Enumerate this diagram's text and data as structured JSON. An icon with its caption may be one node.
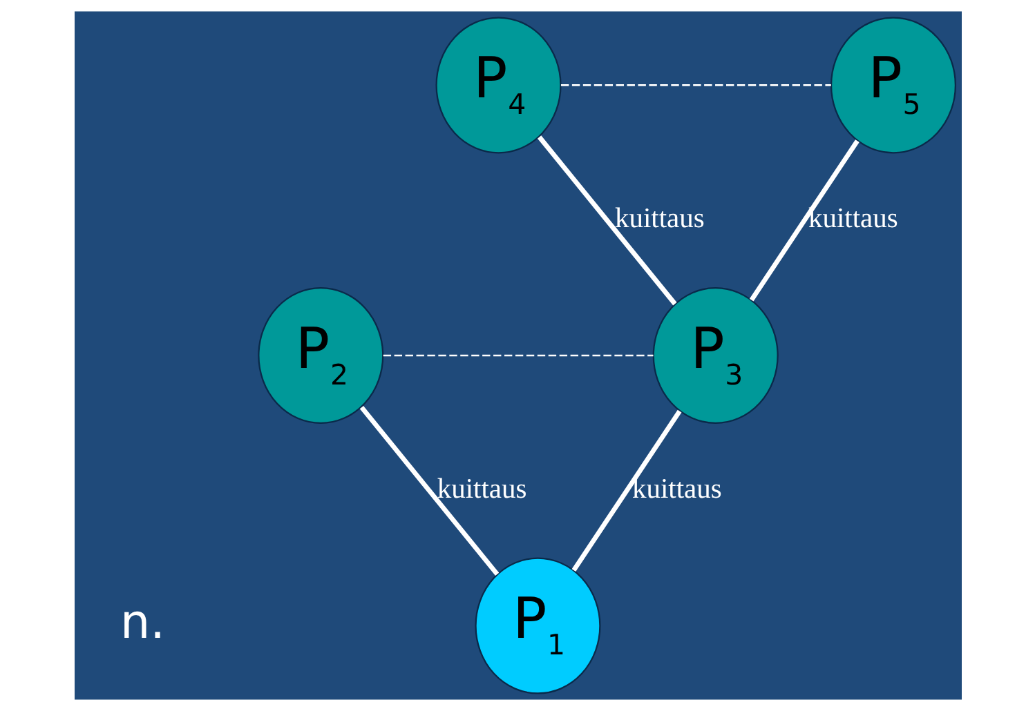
{
  "diagram": {
    "nodes": [
      {
        "text": [
          "P$_{1}$"
        ]
      },
      {
        "text": [
          "P$_{2}$"
        ]
      },
      {
        "text": [
          "P$_{3}$"
        ]
      },
      {
        "text": [
          "P$_{4}$"
        ]
      },
      {
        "text": [
          "P$_{5}$"
        ]
      }
    ],
    "edges": [
      {
        "from": 1,
        "to": 0,
        "arrow": "none",
        "label": "kuittaus"
      },
      {
        "from": 2,
        "to": 0,
        "arrow": "none",
        "label": "kuittaus"
      },
      {
        "from": 1,
        "to": 2,
        "arrow": "none",
        "style": "dashed"
      },
      {
        "from": 3,
        "to": 2,
        "arrow": "none",
        "label": "kuittaus"
      },
      {
        "from": 4,
        "to": 2,
        "arrow": "none",
        "label": "kuittaus"
      },
      {
        "from": 3,
        "to": 4,
        "arrow": "none",
        "style": "dashed"
      }
    ],
    "labels": [
      "n."
    ]
  }
}
